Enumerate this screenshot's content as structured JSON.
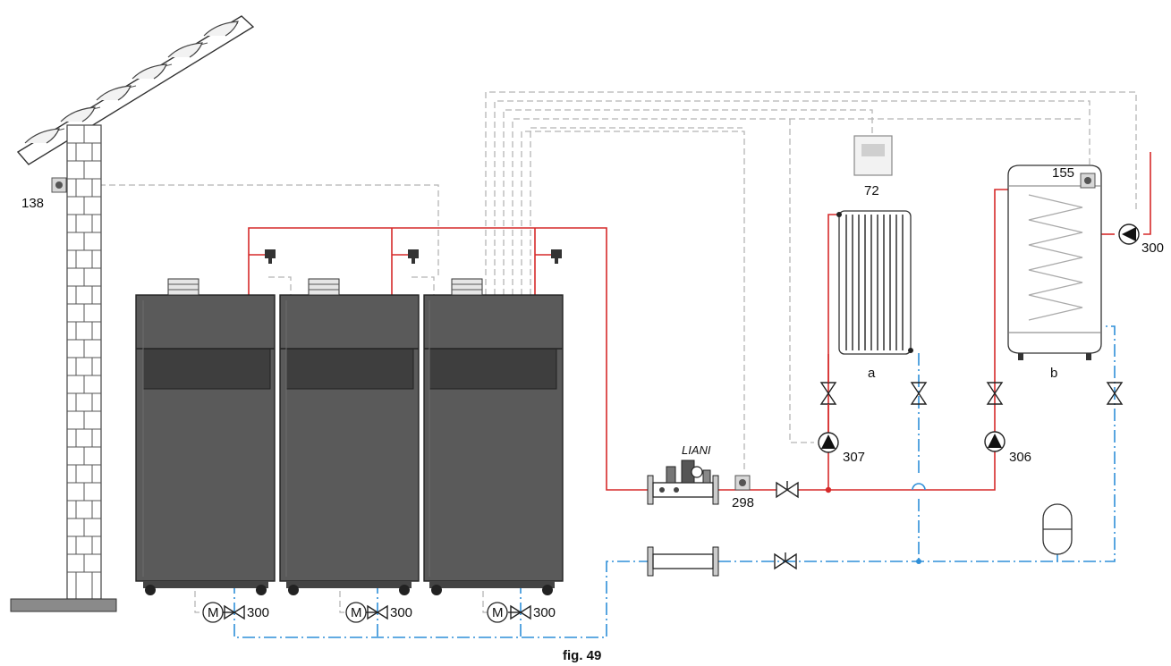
{
  "labels": {
    "outdoor_sensor": "138",
    "thermostat": "72",
    "tank_sensor": "155",
    "pump_tank": "300",
    "pump_radiator": "307",
    "pump_tank_circuit": "306",
    "flow_sensor": "298",
    "manifold": "LIANI",
    "radiator": "a",
    "tank": "b",
    "boiler_pump_1": "300",
    "boiler_pump_2": "300",
    "boiler_pump_3": "300",
    "motor_1": "M",
    "motor_2": "M",
    "motor_3": "M"
  },
  "caption": "fig. 49",
  "colors": {
    "hot_line": "#d62a2a",
    "cold_line": "#2f8fd8",
    "signal_line": "#b5b5b5",
    "boiler_body": "#5a5a5a",
    "boiler_band": "#3e3e3e"
  }
}
